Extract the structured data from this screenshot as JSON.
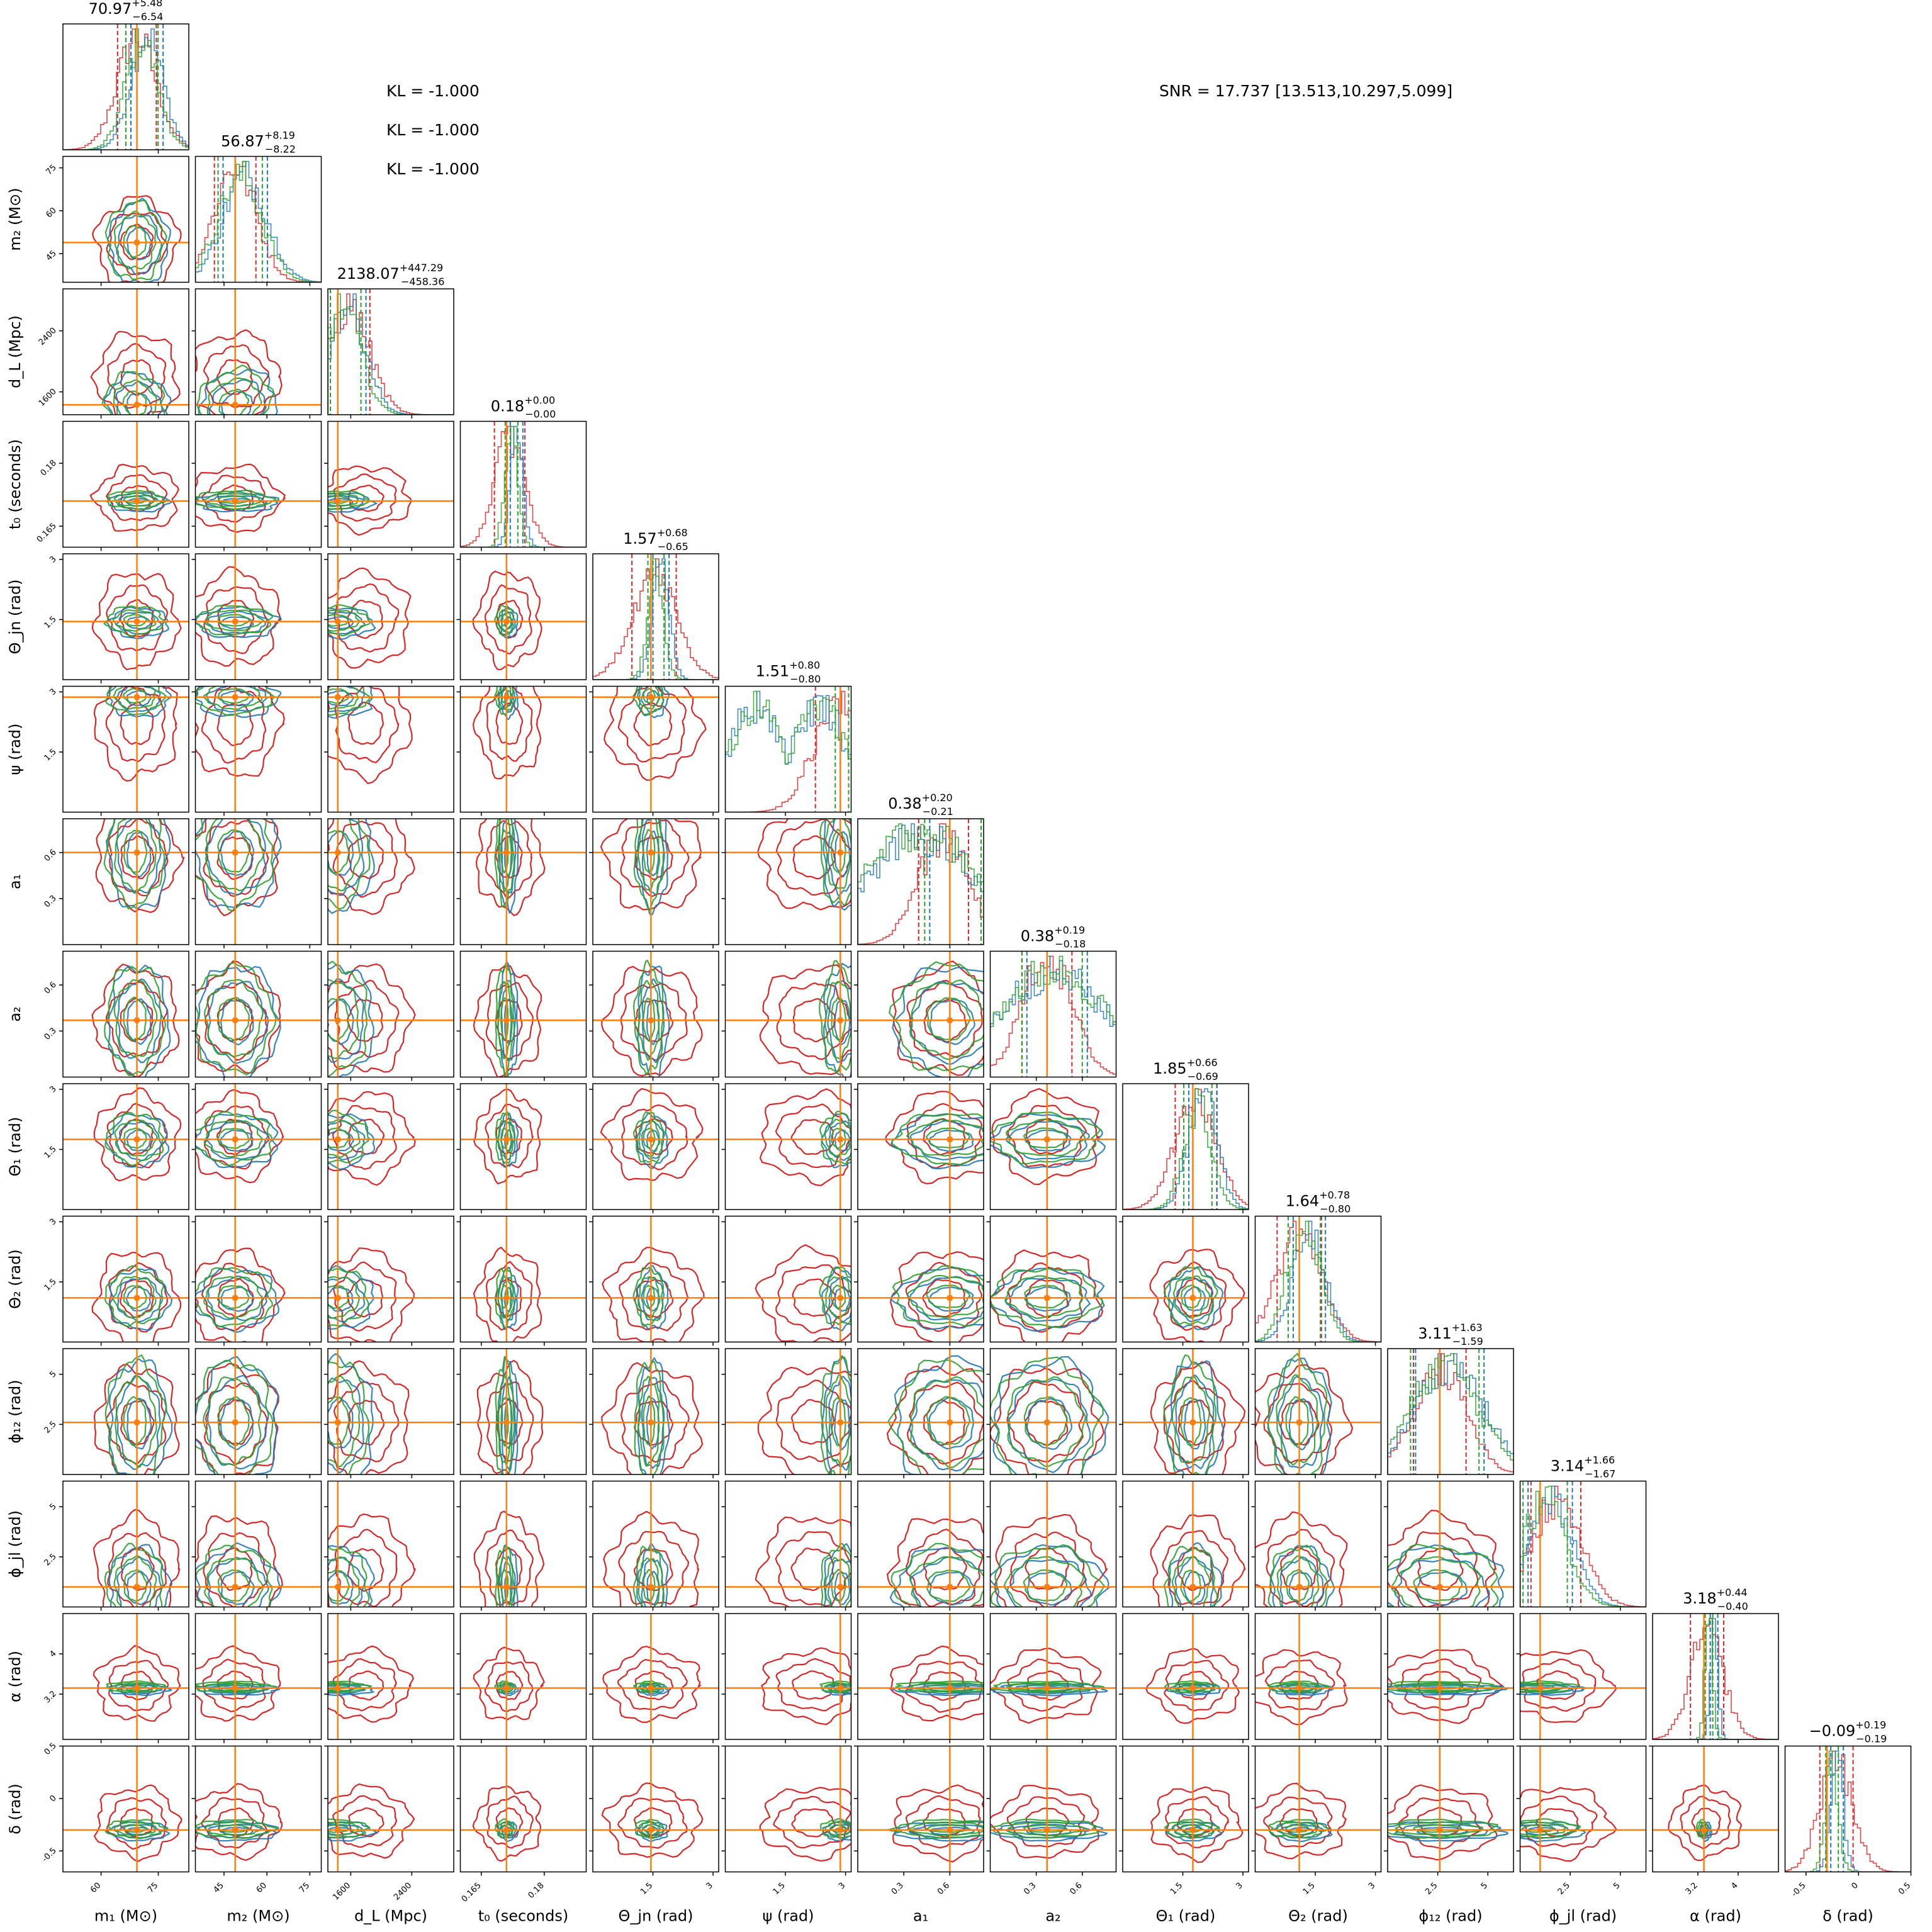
{
  "chart_data": {
    "type": "corner",
    "parameters": [
      {
        "key": "m1",
        "label": "m₁ (M⊙)",
        "range": [
          50,
          83
        ],
        "ticks": [
          60,
          75
        ],
        "truth": 69.4,
        "summary": {
          "median": "70.97",
          "plus": "+5.48",
          "minus": "−6.54"
        }
      },
      {
        "key": "m2",
        "label": "m₂ (M⊙)",
        "range": [
          35,
          79
        ],
        "ticks": [
          45,
          60,
          75
        ],
        "truth": 48.9,
        "summary": {
          "median": "56.87",
          "plus": "+8.19",
          "minus": "−8.22"
        }
      },
      {
        "key": "dL",
        "label": "d_L (Mpc)",
        "range": [
          1300,
          2950
        ],
        "ticks": [
          1600,
          2400
        ],
        "truth": 1430,
        "summary": {
          "median": "2138.07",
          "plus": "+447.29",
          "minus": "−458.36"
        }
      },
      {
        "key": "t0",
        "label": "t₀ (seconds)",
        "range": [
          0.16,
          0.19
        ],
        "ticks": [
          0.165,
          0.18
        ],
        "truth": 0.171,
        "summary": {
          "median": "0.18",
          "plus": "+0.00",
          "minus": "−0.00"
        }
      },
      {
        "key": "theta_jn",
        "label": "Θ_jn (rad)",
        "range": [
          0,
          3.14
        ],
        "ticks": [
          1.5,
          3.0
        ],
        "truth": 1.45,
        "summary": {
          "median": "1.57",
          "plus": "+0.68",
          "minus": "−0.65"
        }
      },
      {
        "key": "psi",
        "label": "ψ (rad)",
        "range": [
          0,
          3.14
        ],
        "ticks": [
          1.5,
          3.0
        ],
        "truth": 2.87,
        "summary": {
          "median": "1.51",
          "plus": "+0.80",
          "minus": "−0.80"
        }
      },
      {
        "key": "a1",
        "label": "a₁",
        "range": [
          0,
          0.82
        ],
        "ticks": [
          0.3,
          0.6
        ],
        "truth": 0.6,
        "summary": {
          "median": "0.38",
          "plus": "+0.20",
          "minus": "−0.21"
        }
      },
      {
        "key": "a2",
        "label": "a₂",
        "range": [
          0,
          0.82
        ],
        "ticks": [
          0.3,
          0.6
        ],
        "truth": 0.37,
        "summary": {
          "median": "0.38",
          "plus": "+0.19",
          "minus": "−0.18"
        }
      },
      {
        "key": "theta1",
        "label": "Θ₁ (rad)",
        "range": [
          0,
          3.14
        ],
        "ticks": [
          1.5,
          3.0
        ],
        "truth": 1.75,
        "summary": {
          "median": "1.85",
          "plus": "+0.66",
          "minus": "−0.69"
        }
      },
      {
        "key": "theta2",
        "label": "Θ₂ (rad)",
        "range": [
          0,
          3.14
        ],
        "ticks": [
          1.5,
          3.0
        ],
        "truth": 1.1,
        "summary": {
          "median": "1.64",
          "plus": "+0.78",
          "minus": "−0.80"
        }
      },
      {
        "key": "phi12",
        "label": "ϕ₁₂ (rad)",
        "range": [
          0,
          6.28
        ],
        "ticks": [
          2.5,
          5.0
        ],
        "truth": 2.6,
        "summary": {
          "median": "3.11",
          "plus": "+1.63",
          "minus": "−1.59"
        }
      },
      {
        "key": "phijl",
        "label": "ϕ_jl (rad)",
        "range": [
          0,
          6.28
        ],
        "ticks": [
          2.5,
          5.0
        ],
        "truth": 1.0,
        "summary": {
          "median": "3.14",
          "plus": "+1.66",
          "minus": "−1.67"
        }
      },
      {
        "key": "alpha",
        "label": "α (rad)",
        "range": [
          2.3,
          4.8
        ],
        "ticks": [
          3.2,
          4.0
        ],
        "truth": 3.32,
        "summary": {
          "median": "3.18",
          "plus": "+0.44",
          "minus": "−0.40"
        }
      },
      {
        "key": "delta",
        "label": "δ (rad)",
        "range": [
          -0.7,
          0.5
        ],
        "ticks": [
          -0.5,
          0.0,
          0.5
        ],
        "truth": -0.3,
        "summary": {
          "median": "−0.09",
          "plus": "+0.19",
          "minus": "−0.19"
        }
      }
    ],
    "series": [
      {
        "color": "#d62728"
      },
      {
        "color": "#1f77b4"
      },
      {
        "color": "#2ca02c"
      }
    ],
    "truth_color": "#ff7f0e",
    "annotations": {
      "kl": [
        "KL = -1.000",
        "KL = -1.000",
        "KL = -1.000"
      ],
      "snr": "SNR = 17.737 [13.513,10.297,5.099]"
    }
  }
}
